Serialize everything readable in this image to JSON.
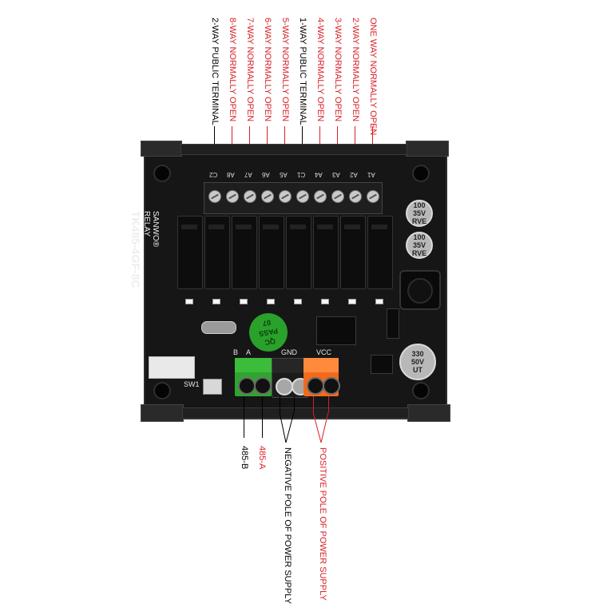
{
  "top_labels": [
    {
      "text": "2-WAY PUBLIC TERMINAL",
      "color": "#000000"
    },
    {
      "text": "8-WAY NORMALLY OPEN",
      "color": "#d81f26"
    },
    {
      "text": "7-WAY NORMALLY OPEN",
      "color": "#d81f26"
    },
    {
      "text": "6-WAY NORMALLY OPEN",
      "color": "#d81f26"
    },
    {
      "text": "5-WAY NORMALLY OPEN",
      "color": "#d81f26"
    },
    {
      "text": "1-WAY PUBLIC TERMINAL",
      "color": "#000000"
    },
    {
      "text": "4-WAY NORMALLY OPEN",
      "color": "#d81f26"
    },
    {
      "text": "3-WAY NORMALLY OPEN",
      "color": "#d81f26"
    },
    {
      "text": "2-WAY NORMALLY OPEN",
      "color": "#d81f26"
    },
    {
      "text": "ONE WAY NORMALLY OPEN",
      "color": "#d81f26"
    }
  ],
  "terminal_ids": [
    "C2",
    "A8",
    "A7",
    "A6",
    "A5",
    "C1",
    "A4",
    "A3",
    "A2",
    "A1"
  ],
  "bottom_labels": [
    {
      "text": "485-B",
      "color": "#000000"
    },
    {
      "text": "485-A",
      "color": "#d81f26"
    },
    {
      "text": "NEGATIVE POLE OF POWER SUPPLY",
      "color": "#000000"
    },
    {
      "text": "POSITIVE POLE OF POWER SUPPLY",
      "color": "#d81f26"
    }
  ],
  "board": {
    "brand": "SANWO®",
    "relay_word": "RELAY",
    "model": "TK485-4GF-8C",
    "qc_line1": "QC",
    "qc_line2": "PASS",
    "qc_line3": "07",
    "cap_big_line1": "330",
    "cap_big_line2": "50V",
    "cap_big_line3": "UT",
    "cap_small_line1": "100",
    "cap_small_line2": "35V",
    "cap_small_line3": "RVE",
    "label_b": "B",
    "label_a": "A",
    "label_gnd": "GND",
    "label_vcc": "VCC",
    "label_sw1": "SW1",
    "colors": {
      "board": "#161616",
      "green_block": "#2fa52f",
      "black_block": "#1b1b1b",
      "orange_block": "#f26a1b",
      "qc_sticker": "#2aa12a"
    }
  }
}
